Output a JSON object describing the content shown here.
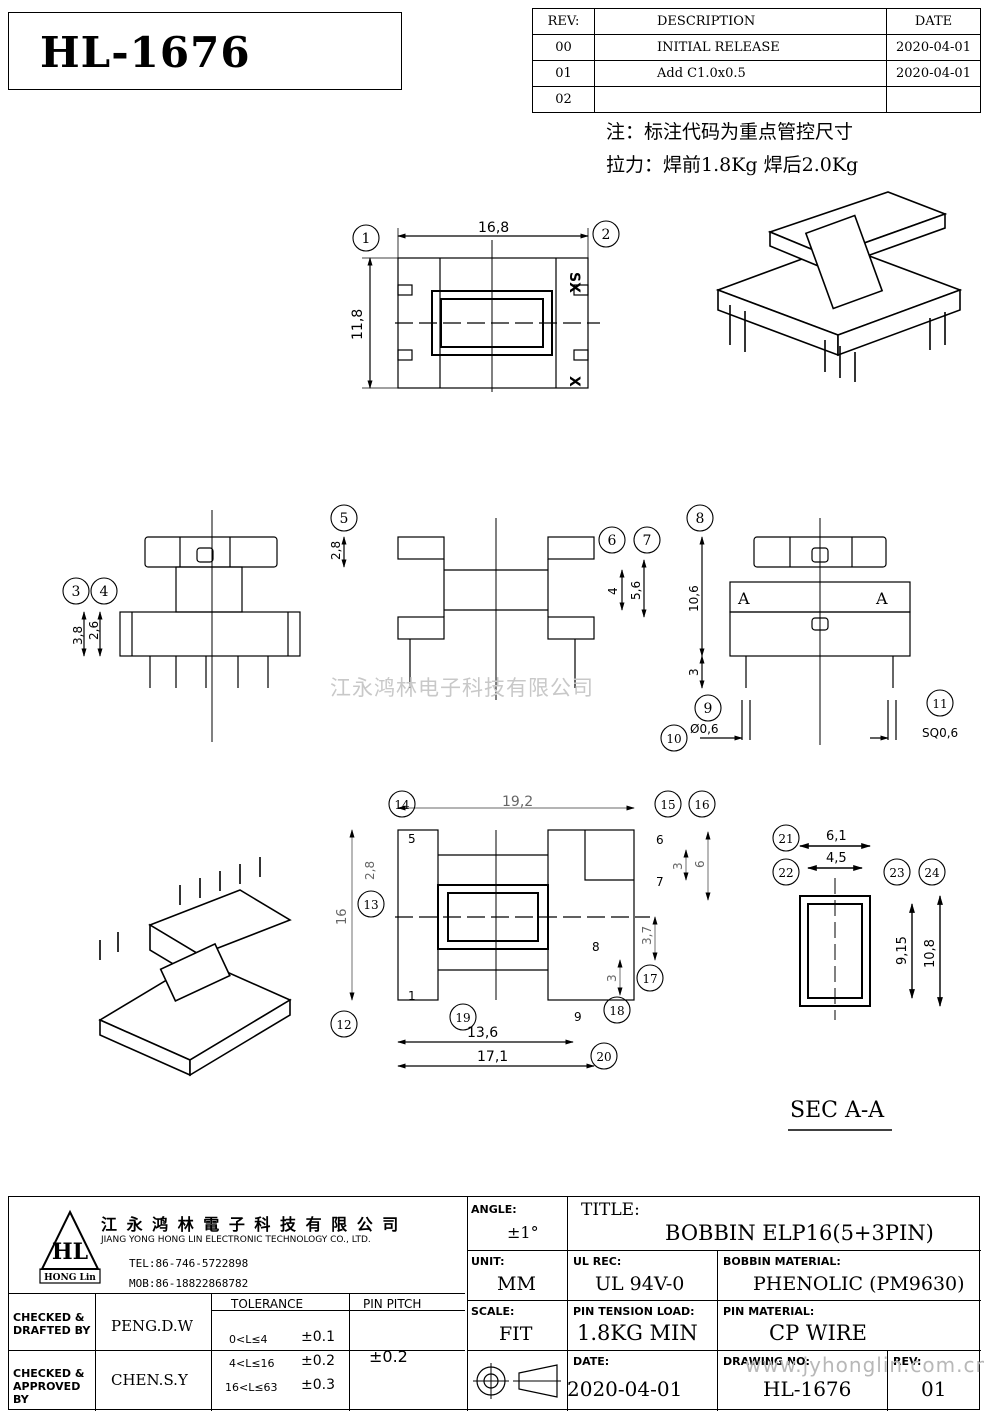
{
  "part_number": "HL-1676",
  "revision_table": {
    "headers": {
      "rev": "REV:",
      "description": "DESCRIPTION",
      "date": "DATE"
    },
    "rows": [
      {
        "rev": "00",
        "description": "INITIAL RELEASE",
        "date": "2020-04-01"
      },
      {
        "rev": "01",
        "description": "Add  C1.0x0.5",
        "date": "2020-04-01"
      },
      {
        "rev": "02",
        "description": "",
        "date": ""
      }
    ]
  },
  "notes": {
    "line1": "注：标注代码为重点管控尺寸",
    "line2": "拉力：焊前1.8Kg   焊后2.0Kg"
  },
  "watermark": "江永鸿林电子科技有限公司",
  "dimensions": {
    "top_width": "16,8",
    "top_height": "11,8",
    "side_a": "2,6",
    "side_b": "3,8",
    "front_a": "2,8",
    "front_b": "4",
    "front_c": "5,6",
    "end_a": "10,6",
    "end_b": "3",
    "pin_dia": "Ø0,6",
    "pin_sq": "SQ0,6",
    "bottom_len": "19,2",
    "bottom_h": "16",
    "bottom_c": "2,8",
    "bottom_d": "3",
    "bottom_e": "6",
    "bottom_f": "3,7",
    "bottom_g": "3",
    "bottom_w1": "13,6",
    "bottom_w2": "17,1",
    "sec_w1": "6,1",
    "sec_w2": "4,5",
    "sec_h1": "9,15",
    "sec_h2": "10,8"
  },
  "markers": [
    "1",
    "2",
    "3",
    "4",
    "5",
    "6",
    "7",
    "8",
    "9",
    "10",
    "11",
    "12",
    "13",
    "14",
    "15",
    "16",
    "17",
    "18",
    "19",
    "20",
    "21",
    "22",
    "23",
    "24"
  ],
  "view_labels": {
    "sx": "SX",
    "x": "X",
    "a_left": "A",
    "a_right": "A"
  },
  "pin_numbers": {
    "p5": "5",
    "p1": "1",
    "p6": "6",
    "p7": "7",
    "p8": "8",
    "p9": "9"
  },
  "section_label": "SEC A-A",
  "title_block": {
    "company_cn": "江 永 鸿 林 電 子 科 技 有 限 公 司",
    "company_en": "JIANG YONG HONG LIN ELECTRONIC TECHNOLOGY CO., LTD.",
    "logo_text": "HL",
    "logo_sub": "HONG Lin",
    "tel": "TEL:86-746-5722898",
    "mob": "MOB:86-18822868782",
    "angle_label": "ANGLE:",
    "angle_value": "±1°",
    "title_label": "TITLE:",
    "title_value": "BOBBIN ELP16(5+3PIN)",
    "unit_label": "UNIT:",
    "unit_value": "MM",
    "ul_label": "UL REC:",
    "ul_value": "UL 94V-0",
    "material_label": "BOBBIN MATERIAL:",
    "material_value": "PHENOLIC (PM9630)",
    "scale_label": "SCALE:",
    "scale_value": "FIT",
    "tension_label": "PIN TENSION LOAD:",
    "tension_value": "1.8KG MIN",
    "pin_material_label": "PIN MATERIAL:",
    "pin_material_value": "CP WIRE",
    "date_label": "DATE:",
    "date_value": "2020-04-01",
    "drawing_no_label": "DRAWING NO:",
    "drawing_no_value": "HL-1676",
    "rev_label": "REV:",
    "rev_value": "01",
    "checked_drafted_label": "CHECKED & DRAFTED BY",
    "checked_drafted_value": "PENG.D.W",
    "checked_approved_label": "CHECKED & APPROVED BY",
    "checked_approved_value": "CHEN.S.Y",
    "tolerance_label": "TOLERANCE",
    "tolerance_rows": [
      {
        "range": "0<L≤4",
        "value": "±0.1"
      },
      {
        "range": "4<L≤16",
        "value": "±0.2"
      },
      {
        "range": "16<L≤63",
        "value": "±0.3"
      }
    ],
    "pin_pitch_label": "PIN PITCH",
    "pin_pitch_value": "±0.2",
    "website": "www.jyhonglin.com.cn"
  }
}
